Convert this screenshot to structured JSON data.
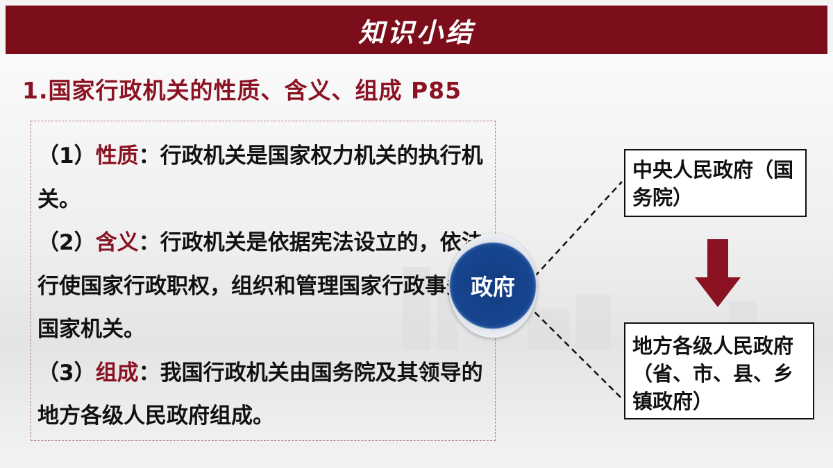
{
  "header": {
    "title": "知识小结"
  },
  "heading": "1.国家行政机关的性质、含义、组成 P85",
  "content": [
    {
      "prefix": "（1）",
      "keyword": "性质",
      "sep": "：",
      "text": "行政机关是国家权力机关的执行机关。"
    },
    {
      "prefix": "（2）",
      "keyword": "含义",
      "sep": "：",
      "text": "行政机关是依据宪法设立的，依法行使国家行政职权，组织和管理国家行政事务的国家机关。"
    },
    {
      "prefix": "（3）",
      "keyword": "组成",
      "sep": "：",
      "text": "我国行政机关由国务院及其领导的地方各级人民政府组成。"
    }
  ],
  "diagram": {
    "center": "政府",
    "top_box": "中央人民政府（国务院）",
    "bottom_box": "地方各级人民政府（省、市、县、乡镇政府）"
  },
  "colors": {
    "header_bg": "#7c0d1b",
    "accent": "#8a1222",
    "circle": "#17458f"
  }
}
